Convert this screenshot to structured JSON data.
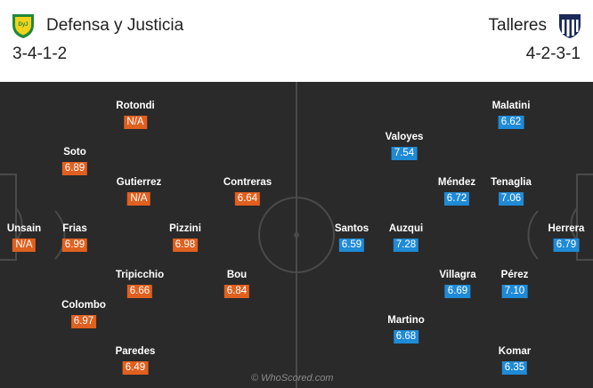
{
  "home": {
    "name": "Defensa y Justicia",
    "formation": "3-4-1-2",
    "crest_colors": {
      "primary": "#f2d21b",
      "secondary": "#1f8a3a"
    },
    "rating_color": "#e0601f",
    "players": [
      {
        "name": "Rotondi",
        "rating": "N/A"
      },
      {
        "name": "Soto",
        "rating": "6.89"
      },
      {
        "name": "Gutierrez",
        "rating": "N/A"
      },
      {
        "name": "Contreras",
        "rating": "6.64"
      },
      {
        "name": "Unsain",
        "rating": "N/A"
      },
      {
        "name": "Frias",
        "rating": "6.99"
      },
      {
        "name": "Pizzini",
        "rating": "6.98"
      },
      {
        "name": "Tripicchio",
        "rating": "6.66"
      },
      {
        "name": "Bou",
        "rating": "6.84"
      },
      {
        "name": "Colombo",
        "rating": "6.97"
      },
      {
        "name": "Paredes",
        "rating": "6.49"
      }
    ]
  },
  "away": {
    "name": "Talleres",
    "formation": "4-2-3-1",
    "crest_colors": {
      "primary": "#1c2a5a",
      "secondary": "#ffffff"
    },
    "rating_color": "#1f8ad6",
    "players": [
      {
        "name": "Malatini",
        "rating": "6.62"
      },
      {
        "name": "Valoyes",
        "rating": "7.54"
      },
      {
        "name": "Méndez",
        "rating": "6.72"
      },
      {
        "name": "Tenaglia",
        "rating": "7.06"
      },
      {
        "name": "Santos",
        "rating": "6.59"
      },
      {
        "name": "Auzqui",
        "rating": "7.28"
      },
      {
        "name": "Herrera",
        "rating": "6.79"
      },
      {
        "name": "Villagra",
        "rating": "6.69"
      },
      {
        "name": "Pérez",
        "rating": "7.10"
      },
      {
        "name": "Martino",
        "rating": "6.68"
      },
      {
        "name": "Komar",
        "rating": "6.35"
      }
    ]
  },
  "pitch": {
    "background": "#2a2a2a",
    "line_color": "#4a4a4a"
  },
  "watermark": "© WhoScored.com"
}
